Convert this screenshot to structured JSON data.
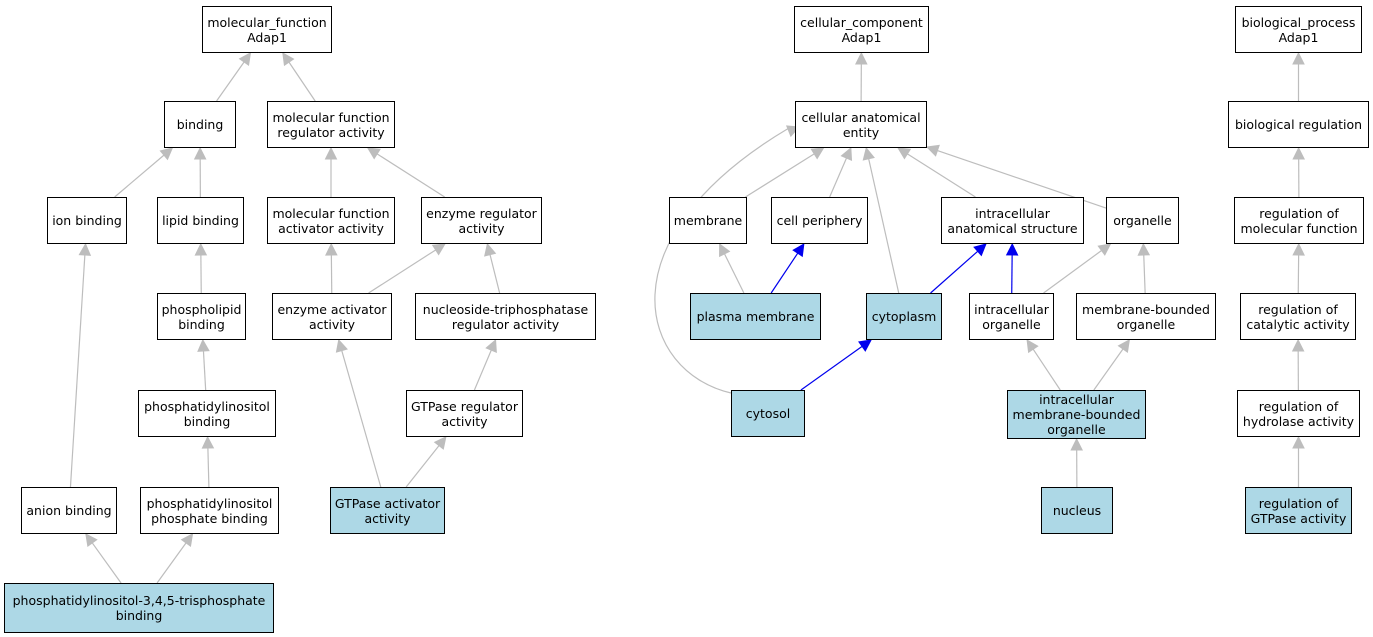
{
  "colors": {
    "edge_default": "#bdbdbd",
    "edge_highlight": "#0000ee",
    "node_fill": "#ffffff",
    "node_highlight_fill": "#add8e6",
    "node_border": "#000000"
  },
  "nodes": [
    {
      "id": "mf_root",
      "label": "molecular_function\nAdap1",
      "highlighted": false
    },
    {
      "id": "binding",
      "label": "binding",
      "highlighted": false
    },
    {
      "id": "mf_regulator",
      "label": "molecular function\nregulator activity",
      "highlighted": false
    },
    {
      "id": "ion_binding",
      "label": "ion binding",
      "highlighted": false
    },
    {
      "id": "lipid_binding",
      "label": "lipid binding",
      "highlighted": false
    },
    {
      "id": "mf_activator",
      "label": "molecular function\nactivator activity",
      "highlighted": false
    },
    {
      "id": "enzyme_regulator",
      "label": "enzyme regulator\nactivity",
      "highlighted": false
    },
    {
      "id": "phospholipid_binding",
      "label": "phospholipid\nbinding",
      "highlighted": false
    },
    {
      "id": "enzyme_activator",
      "label": "enzyme activator\nactivity",
      "highlighted": false
    },
    {
      "id": "ntpase_regulator",
      "label": "nucleoside-triphosphatase\nregulator activity",
      "highlighted": false
    },
    {
      "id": "pi_binding",
      "label": "phosphatidylinositol\nbinding",
      "highlighted": false
    },
    {
      "id": "gtpase_regulator",
      "label": "GTPase regulator\nactivity",
      "highlighted": false
    },
    {
      "id": "anion_binding",
      "label": "anion binding",
      "highlighted": false
    },
    {
      "id": "pip_binding",
      "label": "phosphatidylinositol\nphosphate binding",
      "highlighted": false
    },
    {
      "id": "gtpase_activator",
      "label": "GTPase activator\nactivity",
      "highlighted": true
    },
    {
      "id": "pip3_binding",
      "label": "phosphatidylinositol-3,4,5-trisphosphate\nbinding",
      "highlighted": true
    },
    {
      "id": "cc_root",
      "label": "cellular_component\nAdap1",
      "highlighted": false
    },
    {
      "id": "cae",
      "label": "cellular anatomical\nentity",
      "highlighted": false
    },
    {
      "id": "membrane",
      "label": "membrane",
      "highlighted": false
    },
    {
      "id": "cell_periphery",
      "label": "cell periphery",
      "highlighted": false
    },
    {
      "id": "ias",
      "label": "intracellular\nanatomical structure",
      "highlighted": false
    },
    {
      "id": "organelle",
      "label": "organelle",
      "highlighted": false
    },
    {
      "id": "plasma_membrane",
      "label": "plasma membrane",
      "highlighted": true
    },
    {
      "id": "cytoplasm",
      "label": "cytoplasm",
      "highlighted": true
    },
    {
      "id": "intra_organelle",
      "label": "intracellular\norganelle",
      "highlighted": false
    },
    {
      "id": "mb_organelle",
      "label": "membrane-bounded\norganelle",
      "highlighted": false
    },
    {
      "id": "cytosol",
      "label": "cytosol",
      "highlighted": true
    },
    {
      "id": "imbo",
      "label": "intracellular\nmembrane-bounded\norganelle",
      "highlighted": true
    },
    {
      "id": "nucleus",
      "label": "nucleus",
      "highlighted": true
    },
    {
      "id": "bp_root",
      "label": "biological_process\nAdap1",
      "highlighted": false
    },
    {
      "id": "bio_reg",
      "label": "biological regulation",
      "highlighted": false
    },
    {
      "id": "reg_mf",
      "label": "regulation of\nmolecular function",
      "highlighted": false
    },
    {
      "id": "reg_cat",
      "label": "regulation of\ncatalytic activity",
      "highlighted": false
    },
    {
      "id": "reg_hyd",
      "label": "regulation of\nhydrolase activity",
      "highlighted": false
    },
    {
      "id": "reg_gtpase",
      "label": "regulation of\nGTPase activity",
      "highlighted": true
    }
  ],
  "edges": [
    {
      "from": "binding",
      "to": "mf_root",
      "highlighted": false
    },
    {
      "from": "mf_regulator",
      "to": "mf_root",
      "highlighted": false
    },
    {
      "from": "ion_binding",
      "to": "binding",
      "highlighted": false
    },
    {
      "from": "lipid_binding",
      "to": "binding",
      "highlighted": false
    },
    {
      "from": "mf_activator",
      "to": "mf_regulator",
      "highlighted": false
    },
    {
      "from": "enzyme_regulator",
      "to": "mf_regulator",
      "highlighted": false
    },
    {
      "from": "phospholipid_binding",
      "to": "lipid_binding",
      "highlighted": false
    },
    {
      "from": "enzyme_activator",
      "to": "mf_activator",
      "highlighted": false
    },
    {
      "from": "enzyme_activator",
      "to": "enzyme_regulator",
      "highlighted": false
    },
    {
      "from": "ntpase_regulator",
      "to": "enzyme_regulator",
      "highlighted": false
    },
    {
      "from": "pi_binding",
      "to": "phospholipid_binding",
      "highlighted": false
    },
    {
      "from": "gtpase_regulator",
      "to": "ntpase_regulator",
      "highlighted": false
    },
    {
      "from": "anion_binding",
      "to": "ion_binding",
      "highlighted": false
    },
    {
      "from": "pip_binding",
      "to": "pi_binding",
      "highlighted": false
    },
    {
      "from": "gtpase_activator",
      "to": "enzyme_activator",
      "highlighted": false
    },
    {
      "from": "gtpase_activator",
      "to": "gtpase_regulator",
      "highlighted": false
    },
    {
      "from": "pip3_binding",
      "to": "anion_binding",
      "highlighted": false
    },
    {
      "from": "pip3_binding",
      "to": "pip_binding",
      "highlighted": false
    },
    {
      "from": "cae",
      "to": "cc_root",
      "highlighted": false
    },
    {
      "from": "membrane",
      "to": "cae",
      "highlighted": false
    },
    {
      "from": "cell_periphery",
      "to": "cae",
      "highlighted": false
    },
    {
      "from": "ias",
      "to": "cae",
      "highlighted": false
    },
    {
      "from": "organelle",
      "to": "cae",
      "highlighted": false
    },
    {
      "from": "cytoplasm",
      "to": "cae",
      "highlighted": false
    },
    {
      "from": "cytosol",
      "to": "cae",
      "highlighted": false
    },
    {
      "from": "plasma_membrane",
      "to": "membrane",
      "highlighted": false
    },
    {
      "from": "plasma_membrane",
      "to": "cell_periphery",
      "highlighted": true
    },
    {
      "from": "cytoplasm",
      "to": "ias",
      "highlighted": true
    },
    {
      "from": "intra_organelle",
      "to": "ias",
      "highlighted": true
    },
    {
      "from": "intra_organelle",
      "to": "organelle",
      "highlighted": false
    },
    {
      "from": "mb_organelle",
      "to": "organelle",
      "highlighted": false
    },
    {
      "from": "cytosol",
      "to": "cytoplasm",
      "highlighted": true
    },
    {
      "from": "imbo",
      "to": "intra_organelle",
      "highlighted": false
    },
    {
      "from": "imbo",
      "to": "mb_organelle",
      "highlighted": false
    },
    {
      "from": "nucleus",
      "to": "imbo",
      "highlighted": false
    },
    {
      "from": "bio_reg",
      "to": "bp_root",
      "highlighted": false
    },
    {
      "from": "reg_mf",
      "to": "bio_reg",
      "highlighted": false
    },
    {
      "from": "reg_cat",
      "to": "reg_mf",
      "highlighted": false
    },
    {
      "from": "reg_hyd",
      "to": "reg_cat",
      "highlighted": false
    },
    {
      "from": "reg_gtpase",
      "to": "reg_hyd",
      "highlighted": false
    }
  ]
}
